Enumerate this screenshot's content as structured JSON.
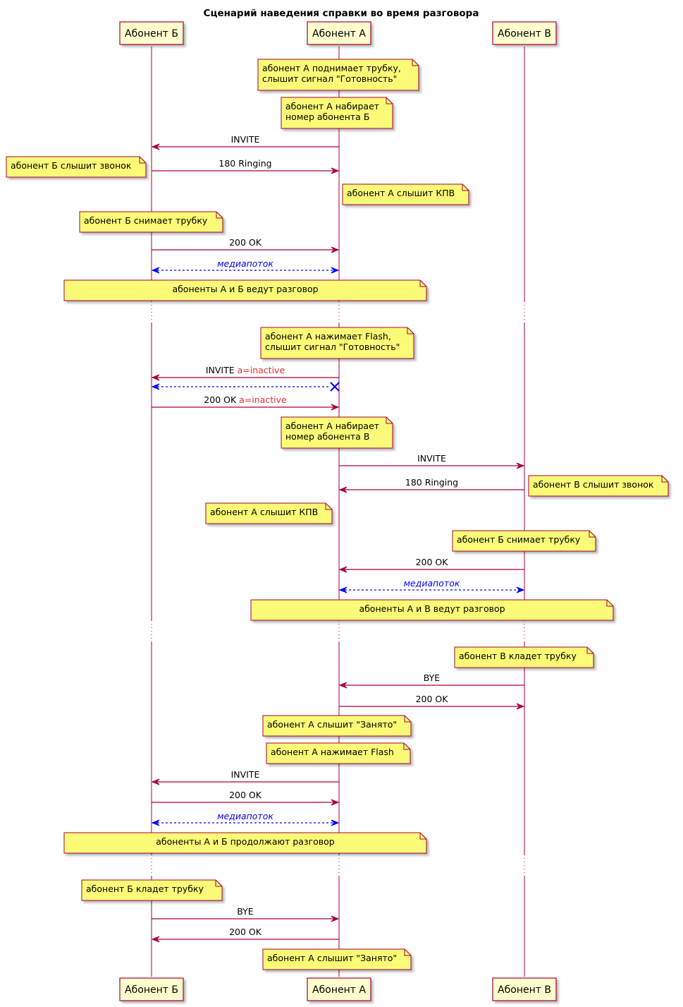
{
  "title": "Сценарий наведения справки во время разговора",
  "participants": [
    {
      "id": "B",
      "label": "Абонент Б"
    },
    {
      "id": "A",
      "label": "Абонент А"
    },
    {
      "id": "V",
      "label": "Абонент В"
    }
  ],
  "colors": {
    "signal_arrow": "#a80036",
    "media_arrow": "#0000ff",
    "sdp_text": "#e03030",
    "note_fill": "#fbfb77",
    "note_border": "#a80036",
    "participant_fill": "#fefece",
    "lifeline": "#a80036"
  },
  "events": [
    {
      "kind": "note",
      "lines": [
        "абонент А поднимает трубку,",
        "слышит сигнал \"Готовность\""
      ]
    },
    {
      "kind": "note",
      "lines": [
        "абонент А набирает",
        "номер абонента Б"
      ]
    },
    {
      "kind": "message",
      "from": "A",
      "to": "B",
      "label": "INVITE"
    },
    {
      "kind": "message",
      "from": "B",
      "to": "A",
      "label": "180 Ringing"
    },
    {
      "kind": "note",
      "lines": [
        "абонент Б слышит звонок"
      ]
    },
    {
      "kind": "note",
      "lines": [
        "абонент А слышит КПВ"
      ]
    },
    {
      "kind": "note",
      "lines": [
        "абонент Б снимает трубку"
      ]
    },
    {
      "kind": "message",
      "from": "B",
      "to": "A",
      "label": "200 OK"
    },
    {
      "kind": "media",
      "label": "медиапоток"
    },
    {
      "kind": "note",
      "lines": [
        "абоненты А и Б ведут разговор"
      ]
    },
    {
      "kind": "delay"
    },
    {
      "kind": "note",
      "lines": [
        "абонент А нажимает Flash,",
        "слышит сигнал \"Готовность\""
      ]
    },
    {
      "kind": "message",
      "from": "A",
      "to": "B",
      "label": "INVITE",
      "suffix": "a=inactive"
    },
    {
      "kind": "media_lost"
    },
    {
      "kind": "message",
      "from": "B",
      "to": "A",
      "label": "200 OK",
      "suffix": "a=inactive"
    },
    {
      "kind": "note",
      "lines": [
        "абонент А набирает",
        "номер абонента В"
      ]
    },
    {
      "kind": "message",
      "from": "A",
      "to": "V",
      "label": "INVITE"
    },
    {
      "kind": "message",
      "from": "V",
      "to": "A",
      "label": "180 Ringing"
    },
    {
      "kind": "note",
      "lines": [
        "абонент В слышит звонок"
      ]
    },
    {
      "kind": "note",
      "lines": [
        "абонент А слышит КПВ"
      ]
    },
    {
      "kind": "note",
      "lines": [
        "абонент Б снимает трубку"
      ]
    },
    {
      "kind": "message",
      "from": "V",
      "to": "A",
      "label": "200 OK"
    },
    {
      "kind": "media",
      "label": "медиапоток"
    },
    {
      "kind": "note",
      "lines": [
        "абоненты А и В ведут разговор"
      ]
    },
    {
      "kind": "delay"
    },
    {
      "kind": "note",
      "lines": [
        "абонент В кладет трубку"
      ]
    },
    {
      "kind": "message",
      "from": "V",
      "to": "A",
      "label": "BYE"
    },
    {
      "kind": "message",
      "from": "A",
      "to": "V",
      "label": "200 OK"
    },
    {
      "kind": "note",
      "lines": [
        "абонент А слышит \"Занято\""
      ]
    },
    {
      "kind": "note",
      "lines": [
        "абонент А нажимает Flash"
      ]
    },
    {
      "kind": "message",
      "from": "A",
      "to": "B",
      "label": "INVITE"
    },
    {
      "kind": "message",
      "from": "B",
      "to": "A",
      "label": "200 OK"
    },
    {
      "kind": "media",
      "label": "медиапоток"
    },
    {
      "kind": "note",
      "lines": [
        "абоненты А и Б продолжают разговор"
      ]
    },
    {
      "kind": "delay"
    },
    {
      "kind": "note",
      "lines": [
        "абонент Б кладет трубку"
      ]
    },
    {
      "kind": "message",
      "from": "B",
      "to": "A",
      "label": "BYE"
    },
    {
      "kind": "message",
      "from": "A",
      "to": "B",
      "label": "200 OK"
    },
    {
      "kind": "note",
      "lines": [
        "абонент А слышит \"Занято\""
      ]
    }
  ]
}
